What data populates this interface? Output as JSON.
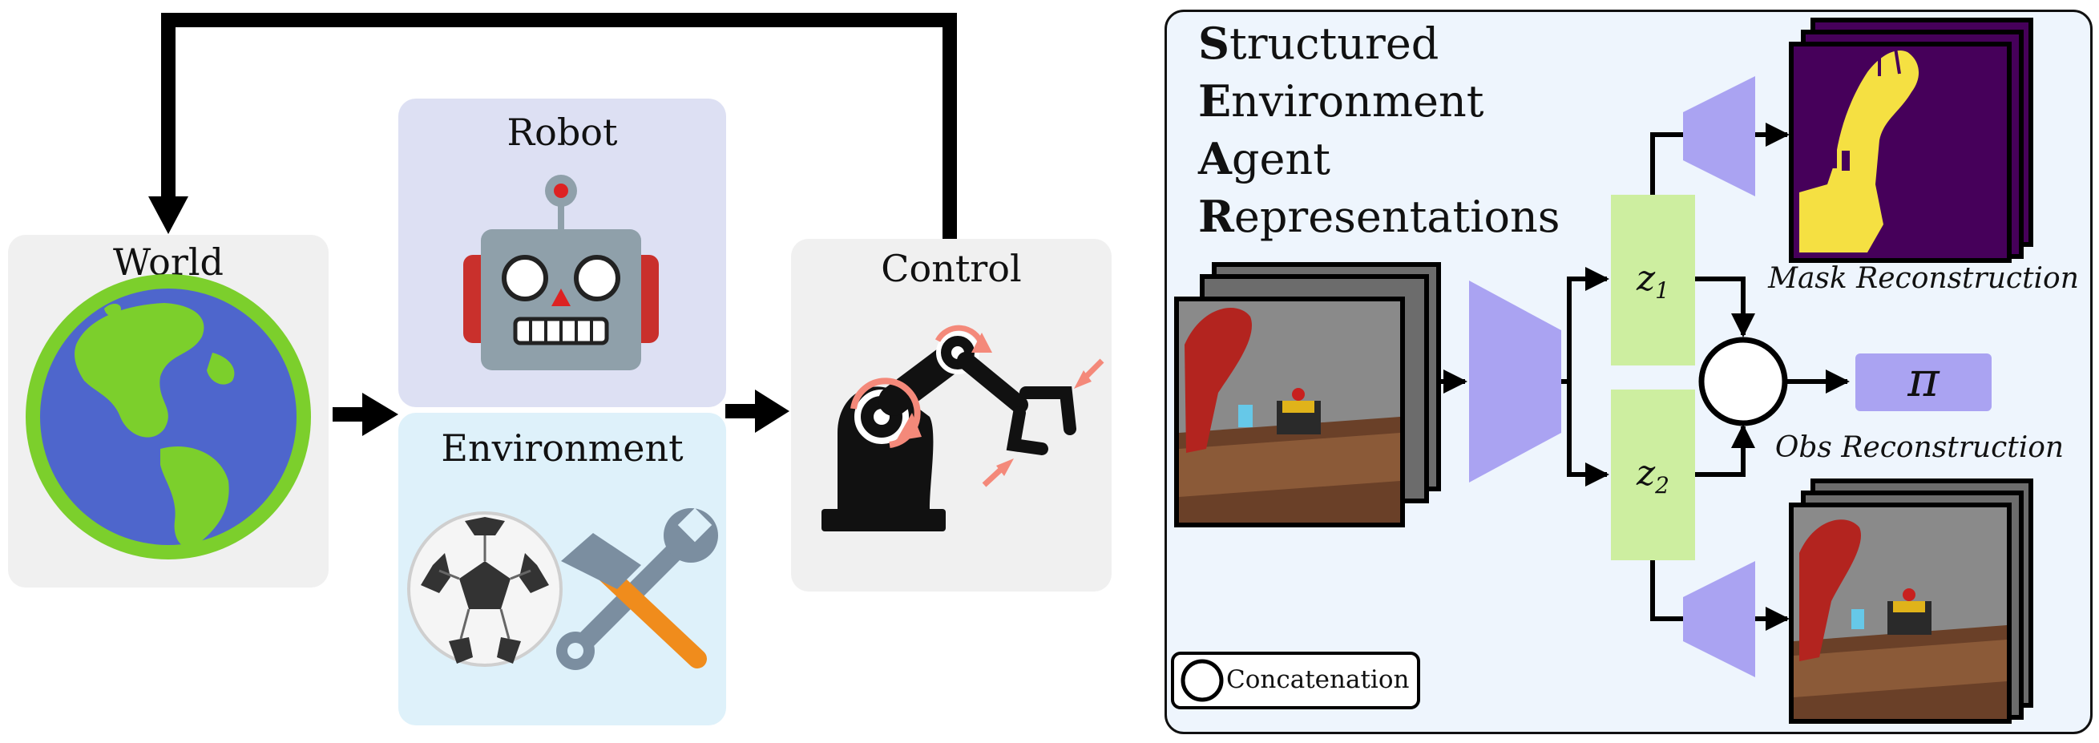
{
  "left": {
    "world_label": "World",
    "robot_label": "Robot",
    "environment_label": "Environment",
    "control_label": "Control"
  },
  "right": {
    "title_lines": [
      {
        "initial": "S",
        "rest": "tructured"
      },
      {
        "initial": "E",
        "rest": "nvironment"
      },
      {
        "initial": "A",
        "rest": "gent"
      },
      {
        "initial": "R",
        "rest": "epresentations"
      }
    ],
    "z1_label": "z",
    "z1_sub": "1",
    "z2_label": "z",
    "z2_sub": "2",
    "pi_label": "π",
    "mask_caption": "Mask Reconstruction",
    "obs_caption": "Obs Reconstruction",
    "legend_label": "Concatenation"
  },
  "colors": {
    "gray_box": "#f0f0f0",
    "robot_box": "#dde0f3",
    "env_box": "#def1fa",
    "panel_bg": "#eef5fd",
    "encoder": "#aaa3f2",
    "latent": "#cdeea0",
    "earth_ocean": "#4e66cc",
    "earth_land": "#7ccf2c",
    "mask_bg": "#46005a",
    "mask_fg": "#f5e042",
    "robot_red": "#b3241f"
  }
}
